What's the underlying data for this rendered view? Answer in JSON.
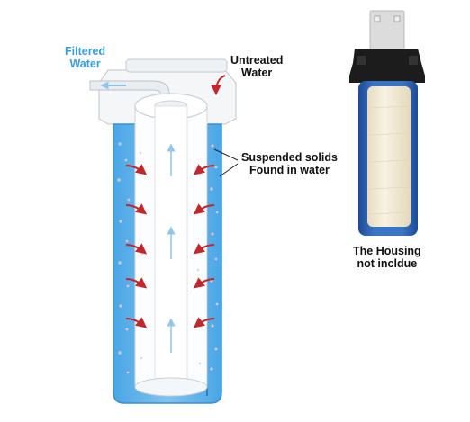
{
  "labels": {
    "filtered_water": [
      "Filtered",
      "Water"
    ],
    "untreated_water": [
      "Untreated",
      "Water"
    ],
    "suspended_solids": [
      "Suspended solids",
      "Found in water"
    ],
    "housing_note": [
      "The Housing",
      "not incldue"
    ]
  },
  "colors": {
    "water_blue": "#5aaee8",
    "filtered_text": "#3a9fd8",
    "inflow_arrow": "#c0282b",
    "filtered_arrow": "#8fc6ec",
    "housing_blue": "#2c5fae",
    "housing_black": "#1c1c1c",
    "cartridge_cream": "#f3ebd6",
    "bracket_gray": "#d8d8d8",
    "label_text": "#111111"
  },
  "icons": {
    "inflow": "curved-arrow-right",
    "outflow": "straight-arrow-up",
    "filtered_out": "arrow-left"
  }
}
